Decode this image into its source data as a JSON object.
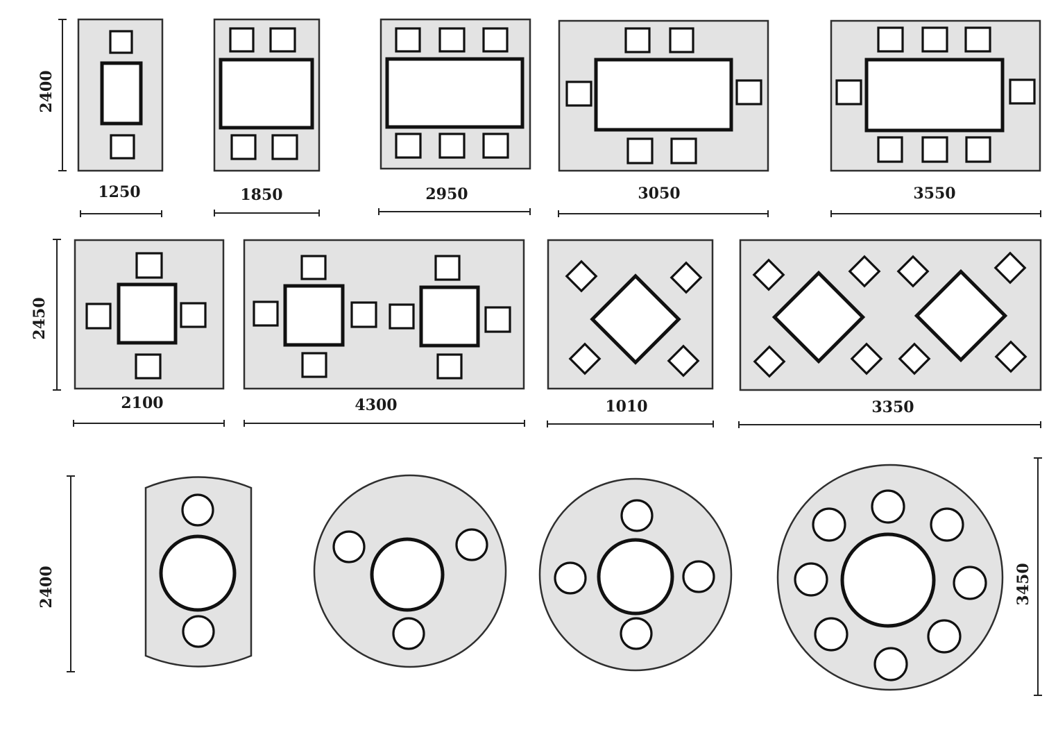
{
  "dimensions": {
    "row1_height": "2400",
    "row1_widths": [
      "1250",
      "1850",
      "2950",
      "3050",
      "3550"
    ],
    "row2_height": "2450",
    "row2_widths": [
      "2100",
      "4300",
      "1010",
      "3350"
    ],
    "row3_height_left": "2400",
    "row3_height_right": "3450"
  },
  "layouts": [
    {
      "name": "rect-table-2-seats",
      "shape": "rectangle",
      "seats": 2
    },
    {
      "name": "rect-table-4-seats",
      "shape": "rectangle",
      "seats": 4
    },
    {
      "name": "rect-table-6-seats",
      "shape": "rectangle",
      "seats": 6
    },
    {
      "name": "rect-table-6-seats-ends",
      "shape": "rectangle",
      "seats": 6
    },
    {
      "name": "rect-table-8-seats",
      "shape": "rectangle",
      "seats": 8
    },
    {
      "name": "square-table-4-seats",
      "shape": "square",
      "seats": 4
    },
    {
      "name": "two-square-tables-8-seats",
      "shape": "square",
      "seats": 8
    },
    {
      "name": "diamond-table-4-seats",
      "shape": "diamond",
      "seats": 4
    },
    {
      "name": "two-diamond-tables-8-seats",
      "shape": "diamond",
      "seats": 8
    },
    {
      "name": "round-table-2-seats",
      "shape": "circle",
      "seats": 2
    },
    {
      "name": "round-table-3-seats",
      "shape": "circle",
      "seats": 3
    },
    {
      "name": "round-table-4-seats",
      "shape": "circle",
      "seats": 4
    },
    {
      "name": "round-table-8-seats",
      "shape": "circle",
      "seats": 8
    }
  ],
  "colors": {
    "pad": "#e3e3e3",
    "outline": "#111111",
    "seat": "#ffffff"
  }
}
